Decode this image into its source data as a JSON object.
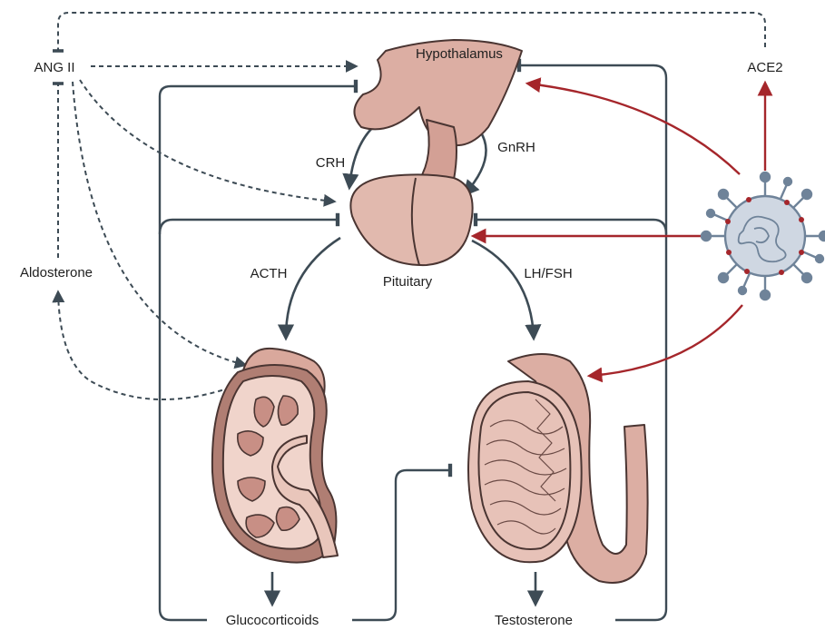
{
  "labels": {
    "hypothalamus": "Hypothalamus",
    "pituitary": "Pituitary",
    "crh": "CRH",
    "gnrh": "GnRH",
    "acth": "ACTH",
    "lh_fsh": "LH/FSH",
    "ang2": "ANG II",
    "ace2": "ACE2",
    "aldosterone": "Aldosterone",
    "glucocorticoids": "Glucocorticoids",
    "testosterone": "Testosterone"
  },
  "colors": {
    "pathway": "#3d4b55",
    "virus_effect": "#a5262b",
    "tissue": "#dcaea3",
    "tissue_outline": "#4a3532",
    "virus_body": "#cfd7e2",
    "virus_spike": "#6f8399"
  },
  "icons": {
    "virus": "sars-cov-2-virion-icon",
    "hypothalamus_pituitary": "hypothalamus-pituitary-illustration",
    "adrenal_kidney": "adrenal-kidney-illustration",
    "testis": "testis-illustration"
  }
}
